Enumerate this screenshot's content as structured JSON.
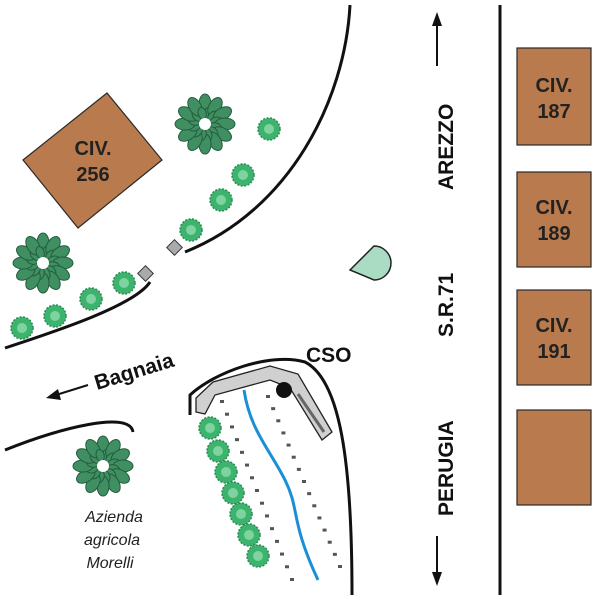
{
  "road": {
    "name": "S.R.71",
    "north_direction": "AREZZO",
    "south_direction": "PERUGIA"
  },
  "side_road": {
    "name": "Bagnaia"
  },
  "facility": {
    "label": "CSO"
  },
  "farm": {
    "line1": "Azienda",
    "line2": "agricola",
    "line3": "Morelli"
  },
  "buildings": [
    {
      "line1": "CIV.",
      "line2": "256"
    },
    {
      "line1": "CIV.",
      "line2": "187"
    },
    {
      "line1": "CIV.",
      "line2": "189"
    },
    {
      "line1": "CIV.",
      "line2": "191"
    },
    {
      "line1": "",
      "line2": ""
    }
  ],
  "colors": {
    "building": "#b97a4d",
    "tree": "#3f8f62",
    "shrub": "#3cb46e",
    "water": "#1a8fd6",
    "pavement": "#d0d0d0",
    "dome": "#a9dcc2"
  }
}
